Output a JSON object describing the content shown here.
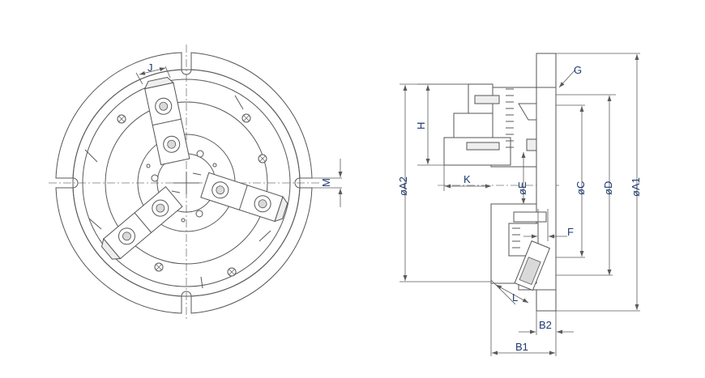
{
  "labels": {
    "J": "J",
    "M": "M",
    "G": "G",
    "H": "H",
    "K": "K",
    "E": "øE",
    "C": "øC",
    "D": "øD",
    "A1": "øA1",
    "A2": "øA2",
    "F": "F",
    "L": "L",
    "B1": "B1",
    "B2": "B2"
  },
  "colors": {
    "label": "#1e3a6e",
    "line": "#5a5a5a"
  }
}
